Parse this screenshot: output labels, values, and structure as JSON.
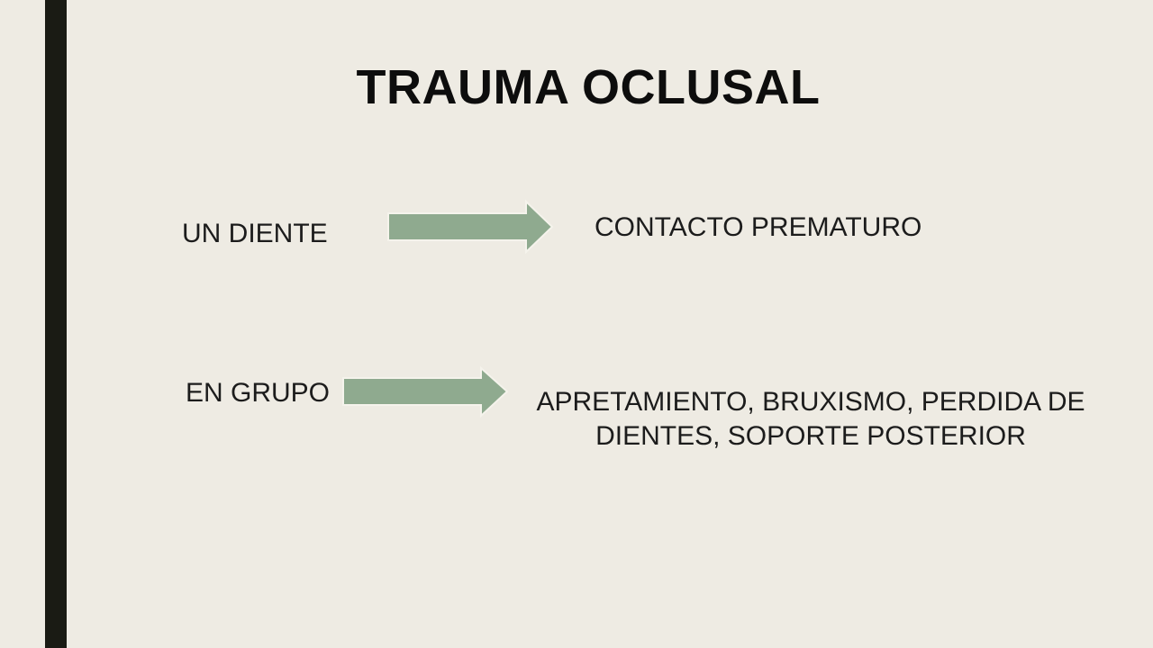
{
  "slide": {
    "title": "TRAUMA OCLUSAL",
    "rows": [
      {
        "left": "UN DIENTE",
        "right": "CONTACTO PREMATURO"
      },
      {
        "left": "EN GRUPO",
        "right": "APRETAMIENTO, BRUXISMO, PERDIDA DE DIENTES, SOPORTE POSTERIOR"
      }
    ]
  },
  "colors": {
    "background": "#EEEBE3",
    "side_bar": "#1A1B14",
    "arrow_fill": "#8FAA8F",
    "arrow_stroke": "#F5F3EC"
  },
  "icons": [
    "right-arrow-icon"
  ]
}
